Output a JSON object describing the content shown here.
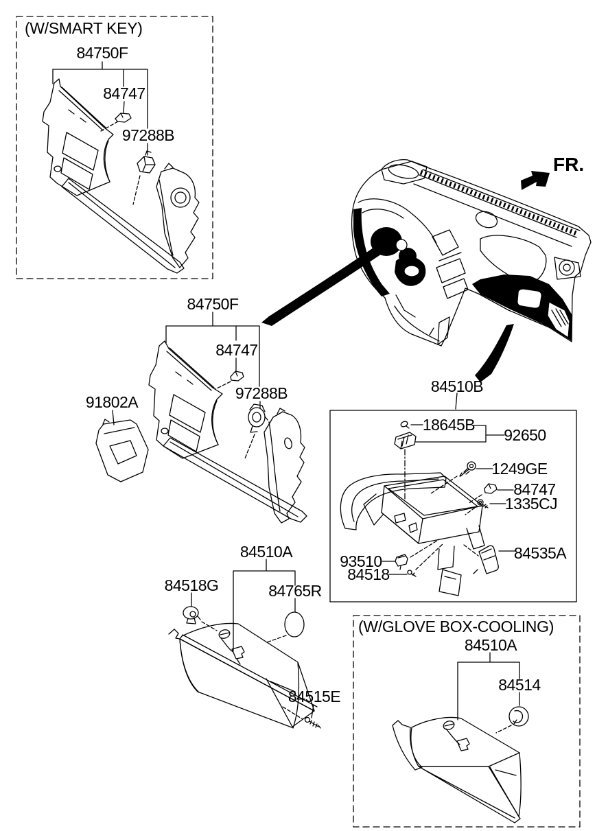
{
  "fr_label": "FR.",
  "colors": {
    "line": "#000000",
    "background": "#ffffff"
  },
  "icons": {
    "fr_direction_arrow": "solid-arrow-up-right"
  },
  "boxes": {
    "smart_key": {
      "title": "(W/SMART KEY)"
    },
    "cooling": {
      "title": "(W/GLOVE BOX-COOLING)"
    }
  },
  "parts": {
    "smart_key": {
      "crash_pad": "84750F",
      "clip": "84747",
      "start_switch": "97288B"
    },
    "main": {
      "crash_pad": "84750F",
      "clip": "84747",
      "key_illum": "97288B",
      "fuse_cover": "91802A"
    },
    "housing": {
      "assy": "84510B",
      "bulb": "18645B",
      "lamp": "92650",
      "screw": "1249GE",
      "clip": "84747",
      "screw2": "1335CJ",
      "switch": "93510",
      "screw3": "84518",
      "damper": "84535A"
    },
    "glove_box": {
      "assy": "84510A",
      "stopper": "84518G",
      "pad": "84765R",
      "screw": "84515E"
    },
    "cooling": {
      "assy": "84510A",
      "grommet": "84514"
    }
  }
}
